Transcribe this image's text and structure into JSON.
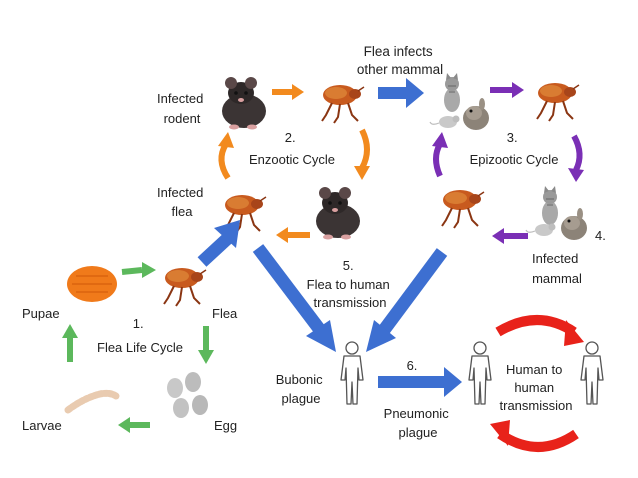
{
  "labels": {
    "infected_rodent": [
      "Infected",
      "rodent"
    ],
    "infected_flea": [
      "Infected",
      "flea"
    ],
    "enzootic": [
      "2.",
      "Enzootic Cycle"
    ],
    "flea_infects": [
      "Flea infects",
      "other mammal"
    ],
    "epizootic": [
      "3.",
      "Epizootic Cycle"
    ],
    "step4": "4.",
    "infected_mammal": [
      "Infected",
      "mammal"
    ],
    "flea_to_human": [
      "5.",
      "Flea to human",
      "transmission"
    ],
    "pupae": "Pupae",
    "flea": "Flea",
    "life_cycle": [
      "1.",
      "Flea Life Cycle"
    ],
    "larvae": "Larvae",
    "egg": "Egg",
    "bubonic": [
      "Bubonic",
      "plague"
    ],
    "step6": "6.",
    "pneumonic": [
      "Pneumonic",
      "plague"
    ],
    "human_to_human": [
      "Human to",
      "human",
      "transmission"
    ]
  },
  "colors": {
    "green": "#5cb85c",
    "orange": "#f28a1e",
    "purple": "#7a2fb5",
    "blue": "#3d6fd1",
    "red": "#e8221a",
    "flea_body": "#c85a1e",
    "pupa": "#f07a1a",
    "human_outline": "#555555"
  },
  "icons": [
    "flea-icon",
    "rodent-icon",
    "cat-icon",
    "mouse-icon",
    "rabbit-icon",
    "pupa-icon",
    "larva-icon",
    "egg-icon",
    "human-icon"
  ]
}
